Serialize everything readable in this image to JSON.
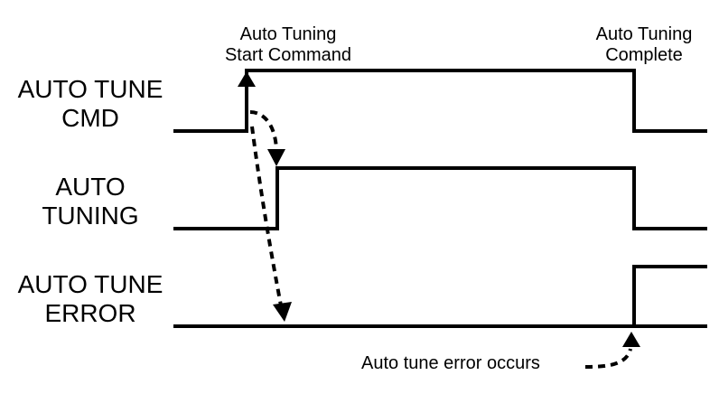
{
  "diagram": {
    "type": "timing-diagram",
    "signals": [
      {
        "name": "auto-tune-cmd",
        "label_lines": [
          "AUTO TUNE",
          "CMD"
        ],
        "transitions": [
          "low",
          "rise",
          "high",
          "fall",
          "low"
        ]
      },
      {
        "name": "auto-tuning",
        "label_lines": [
          "AUTO",
          "TUNING"
        ],
        "transitions": [
          "low",
          "rise",
          "high",
          "fall",
          "low"
        ]
      },
      {
        "name": "auto-tune-error",
        "label_lines": [
          "AUTO TUNE",
          "ERROR"
        ],
        "transitions": [
          "low",
          "rise",
          "high"
        ]
      }
    ],
    "annotations": {
      "start": [
        "Auto Tuning",
        "Start Command"
      ],
      "complete": [
        "Auto Tuning",
        "Complete"
      ],
      "error": "Auto tune error occurs"
    },
    "colors": {
      "line": "#000000",
      "background": "#ffffff"
    }
  }
}
